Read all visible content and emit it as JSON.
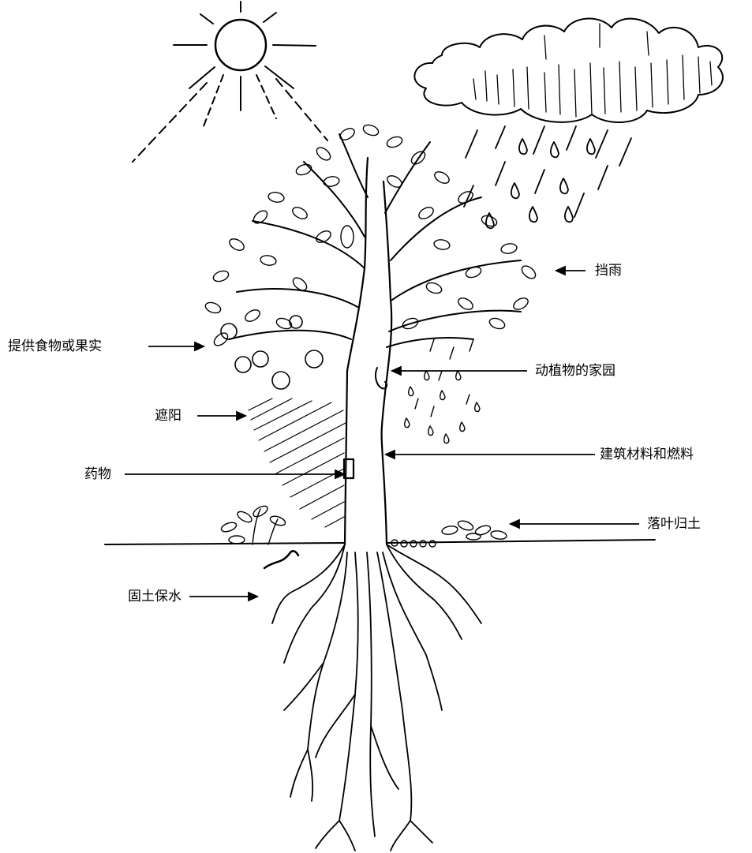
{
  "labels": {
    "rain_shield": "挡雨",
    "food_fruit": "提供食物或果实",
    "animal_home": "动植物的家园",
    "shade": "遮阳",
    "building_fuel": "建筑材料和燃料",
    "medicine": "药物",
    "leaf_litter": "落叶归土",
    "soil_water": "固土保水"
  }
}
